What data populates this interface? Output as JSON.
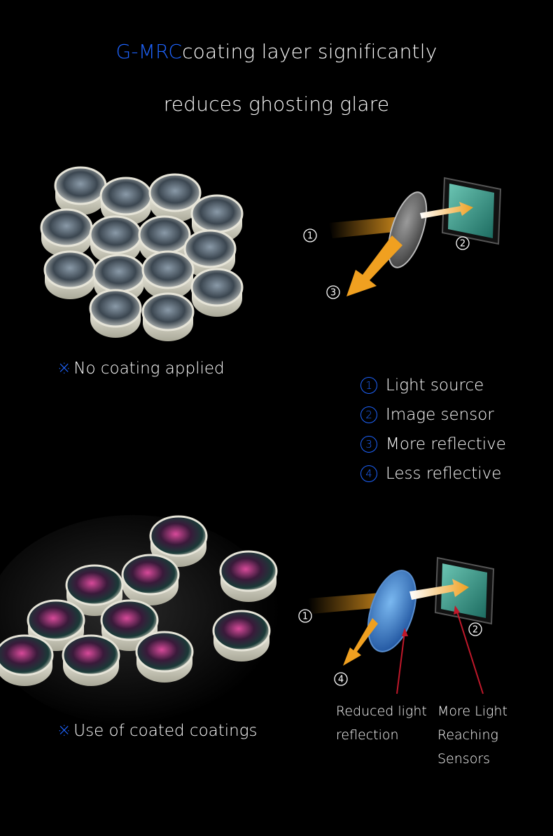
{
  "title": {
    "brand": "G-MRC",
    "line1_rest": "coating layer significantly",
    "line2": "reduces ghosting glare"
  },
  "section_uncoated": {
    "caption_mark": "※",
    "caption_text": "No coating applied"
  },
  "section_coated": {
    "caption_mark": "※",
    "caption_text": "Use of coated coatings"
  },
  "legend": [
    {
      "num": "①",
      "label": "Light source"
    },
    {
      "num": "②",
      "label": "Image sensor"
    },
    {
      "num": "③",
      "label": "More reflective"
    },
    {
      "num": "④",
      "label": "Less reflective"
    }
  ],
  "diagram_top": {
    "n1": "1",
    "n2": "2",
    "n3": "3"
  },
  "diagram_bottom": {
    "n1": "1",
    "n2": "2",
    "n4": "4",
    "label_reduced_1": "Reduced light",
    "label_reduced_2": "reflection",
    "label_more_1": "More Light",
    "label_more_2": "Reaching Sensors"
  },
  "colors": {
    "accent": "#1e64ff",
    "beam": "#f0a020",
    "arrow_red": "#c0182a"
  }
}
